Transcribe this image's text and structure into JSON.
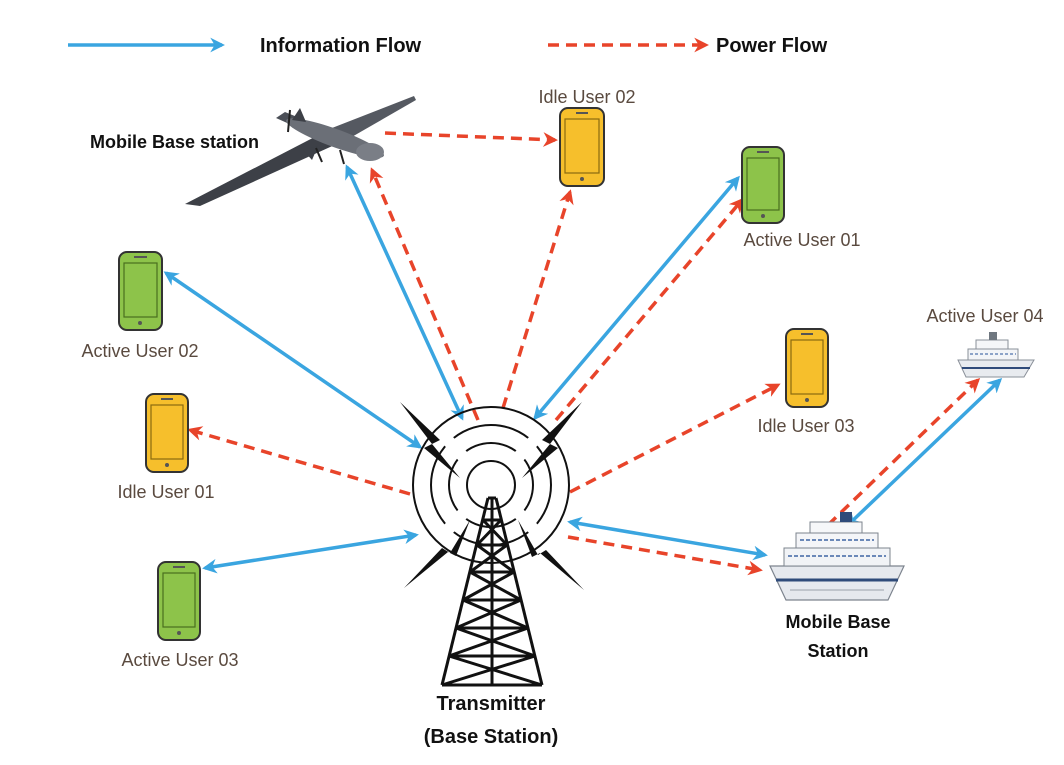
{
  "legend": {
    "information_flow": "Information Flow",
    "power_flow": "Power Flow"
  },
  "colors": {
    "information": "#3aa5e0",
    "power": "#e8442a",
    "active_phone": "#8dc34a",
    "idle_phone": "#f6bf2c",
    "phone_border": "#333333"
  },
  "nodes": {
    "mobile_base_air": "Mobile Base station",
    "idle_user_02": "Idle User 02",
    "active_user_01": "Active User 01",
    "active_user_02": "Active User 02",
    "idle_user_03": "Idle User 03",
    "active_user_04": "Active User 04",
    "idle_user_01": "Idle User 01",
    "active_user_03": "Active User 03",
    "mobile_base_sea_line1": "Mobile Base",
    "mobile_base_sea_line2": "Station",
    "transmitter_line1": "Transmitter",
    "transmitter_line2": "(Base Station)"
  },
  "links": [
    {
      "from": "Transmitter",
      "to": "Mobile Base station",
      "type": "information"
    },
    {
      "from": "Transmitter",
      "to": "Mobile Base station",
      "type": "power"
    },
    {
      "from": "Mobile Base station",
      "to": "Idle User 02",
      "type": "power"
    },
    {
      "from": "Transmitter",
      "to": "Idle User 02",
      "type": "power"
    },
    {
      "from": "Transmitter",
      "to": "Active User 01",
      "type": "information"
    },
    {
      "from": "Transmitter",
      "to": "Active User 01",
      "type": "power"
    },
    {
      "from": "Transmitter",
      "to": "Active User 02",
      "type": "information"
    },
    {
      "from": "Transmitter",
      "to": "Idle User 01",
      "type": "power"
    },
    {
      "from": "Transmitter",
      "to": "Active User 03",
      "type": "information"
    },
    {
      "from": "Transmitter",
      "to": "Idle User 03",
      "type": "power"
    },
    {
      "from": "Transmitter",
      "to": "Mobile Base Station",
      "type": "information"
    },
    {
      "from": "Transmitter",
      "to": "Mobile Base Station",
      "type": "power"
    },
    {
      "from": "Mobile Base Station",
      "to": "Active User 04",
      "type": "information"
    },
    {
      "from": "Mobile Base Station",
      "to": "Active User 04",
      "type": "power"
    }
  ]
}
